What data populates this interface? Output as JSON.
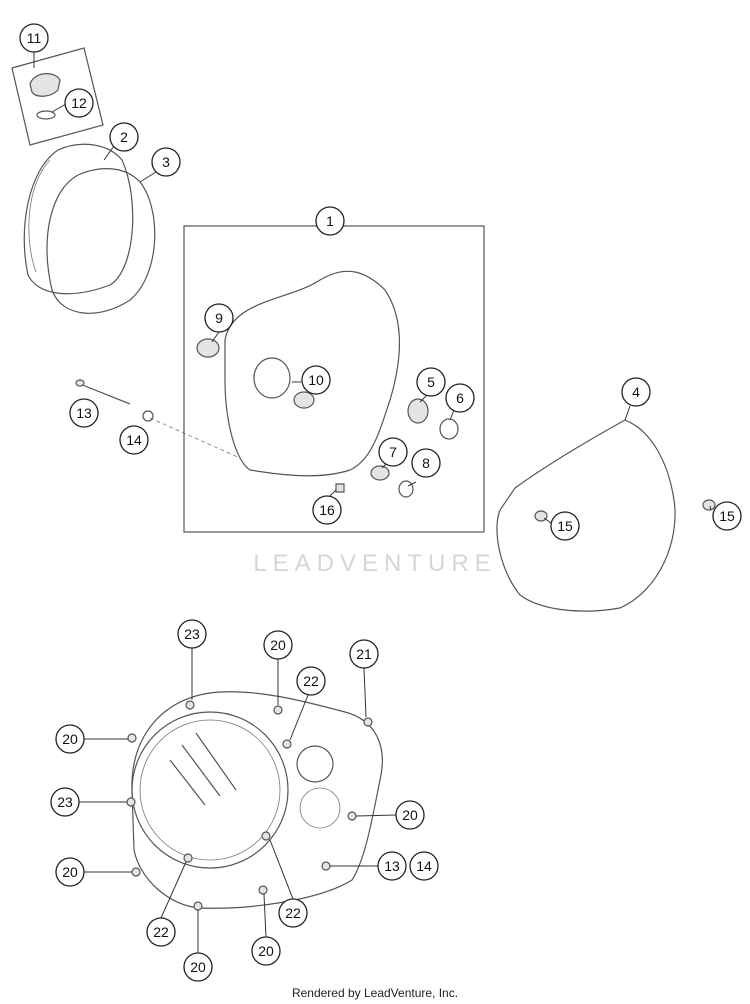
{
  "watermark": "LEADVENTURE",
  "footer": "Rendered by LeadVenture, Inc.",
  "callouts": [
    "11",
    "12",
    "2",
    "3",
    "1",
    "9",
    "10",
    "5",
    "6",
    "4",
    "13",
    "14",
    "7",
    "8",
    "16",
    "15",
    "15",
    "23",
    "20",
    "21",
    "22",
    "20",
    "23",
    "20",
    "20",
    "22",
    "22",
    "20",
    "20",
    "13",
    "14"
  ]
}
